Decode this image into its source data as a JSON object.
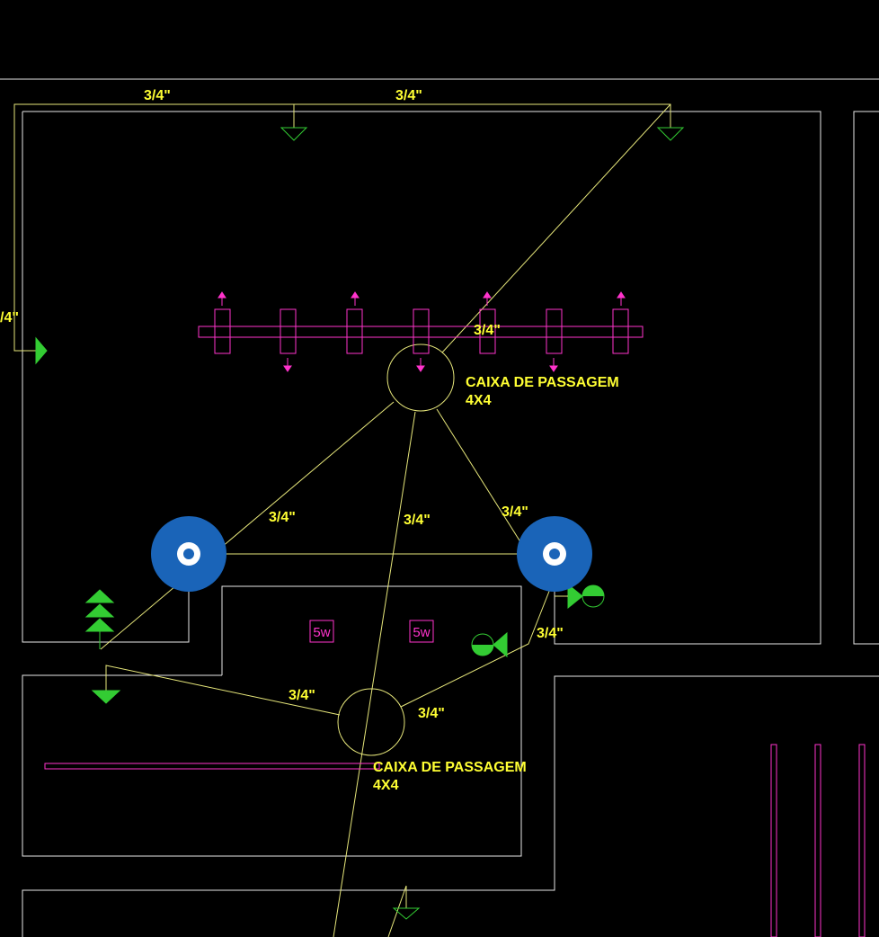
{
  "colors": {
    "background": "#000000",
    "wall": "#e8e8e8",
    "conduit": "#e6e67a",
    "label": "#ffff33",
    "magenta": "#ff33cc",
    "green": "#33cc33",
    "selection_blue": "#1a64b8"
  },
  "conduit_labels": {
    "top_left": "3/4\"",
    "top_right": "3/4\"",
    "left_edge": "/4\"",
    "center_top": "3/4\"",
    "diag_left": "3/4\"",
    "center_vertical": "3/4\"",
    "diag_right": "3/4\"",
    "right_lower": "3/4\"",
    "lower_left": "3/4\"",
    "lower_right": "3/4\""
  },
  "junction_boxes": [
    {
      "name_line1": "CAIXA DE PASSAGEM",
      "name_line2": "4X4"
    },
    {
      "name_line1": "CAIXA DE PASSAGEM",
      "name_line2": "4X4"
    }
  ],
  "lamps": [
    {
      "label": "5w"
    },
    {
      "label": "5w"
    }
  ],
  "icons": {
    "selection_grip": "circle-grip-icon",
    "ground": "ground-symbol-icon",
    "arrow": "arrow-icon"
  }
}
